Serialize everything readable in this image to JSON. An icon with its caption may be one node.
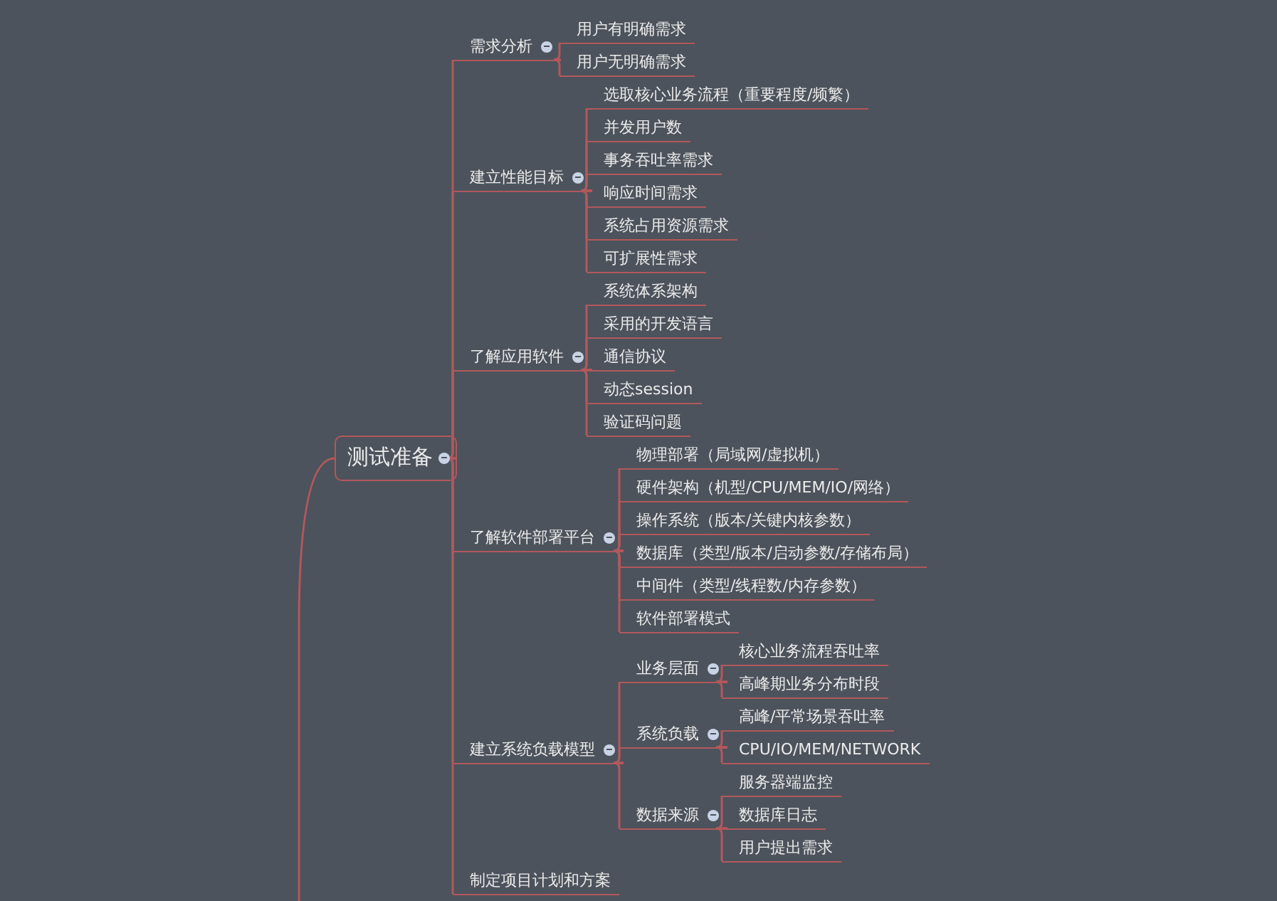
{
  "diagram": {
    "nodes": [
      {
        "text": [
          "测试准备"
        ]
      },
      {
        "text": [
          "需求分析"
        ]
      },
      {
        "text": [
          "用户有明确需求"
        ]
      },
      {
        "text": [
          "用户无明确需求"
        ]
      },
      {
        "text": [
          "建立性能目标"
        ]
      },
      {
        "text": [
          "选取核心业务流程（重要程度/频繁）"
        ]
      },
      {
        "text": [
          "并发用户数"
        ]
      },
      {
        "text": [
          "事务吞吐率需求"
        ]
      },
      {
        "text": [
          "响应时间需求"
        ]
      },
      {
        "text": [
          "系统占用资源需求"
        ]
      },
      {
        "text": [
          "可扩展性需求"
        ]
      },
      {
        "text": [
          "了解应用软件"
        ]
      },
      {
        "text": [
          "系统体系架构"
        ]
      },
      {
        "text": [
          "采用的开发语言"
        ]
      },
      {
        "text": [
          "通信协议"
        ]
      },
      {
        "text": [
          "动态session"
        ]
      },
      {
        "text": [
          "验证码问题"
        ]
      },
      {
        "text": [
          "了解软件部署平台"
        ]
      },
      {
        "text": [
          "物理部署（局域网/虚拟机）"
        ]
      },
      {
        "text": [
          "硬件架构（机型/CPU/MEM/IO/网络）"
        ]
      },
      {
        "text": [
          "操作系统（版本/关键内核参数）"
        ]
      },
      {
        "text": [
          "数据库（类型/版本/启动参数/存储布局）"
        ]
      },
      {
        "text": [
          "中间件（类型/线程数/内存参数）"
        ]
      },
      {
        "text": [
          "软件部署模式"
        ]
      },
      {
        "text": [
          "建立系统负载模型"
        ]
      },
      {
        "text": [
          "业务层面"
        ]
      },
      {
        "text": [
          "核心业务流程吞吐率"
        ]
      },
      {
        "text": [
          "高峰期业务分布时段"
        ]
      },
      {
        "text": [
          "系统负载"
        ]
      },
      {
        "text": [
          "高峰/平常场景吞吐率"
        ]
      },
      {
        "text": [
          "CPU/IO/MEM/NETWORK"
        ]
      },
      {
        "text": [
          "数据来源"
        ]
      },
      {
        "text": [
          "服务器端监控"
        ]
      },
      {
        "text": [
          "数据库日志"
        ]
      },
      {
        "text": [
          "用户提出需求"
        ]
      },
      {
        "text": [
          "制定项目计划和方案"
        ]
      }
    ],
    "edges": [
      {
        "from": null,
        "to": 0,
        "arrow": "none"
      },
      {
        "from": 0,
        "to": 1,
        "arrow": "none"
      },
      {
        "from": 1,
        "to": 2,
        "arrow": "none"
      },
      {
        "from": 1,
        "to": 3,
        "arrow": "none"
      },
      {
        "from": 0,
        "to": 4,
        "arrow": "none"
      },
      {
        "from": 4,
        "to": 5,
        "arrow": "none"
      },
      {
        "from": 4,
        "to": 6,
        "arrow": "none"
      },
      {
        "from": 4,
        "to": 7,
        "arrow": "none"
      },
      {
        "from": 4,
        "to": 8,
        "arrow": "none"
      },
      {
        "from": 4,
        "to": 9,
        "arrow": "none"
      },
      {
        "from": 4,
        "to": 10,
        "arrow": "none"
      },
      {
        "from": 0,
        "to": 11,
        "arrow": "none"
      },
      {
        "from": 11,
        "to": 12,
        "arrow": "none"
      },
      {
        "from": 11,
        "to": 13,
        "arrow": "none"
      },
      {
        "from": 11,
        "to": 14,
        "arrow": "none"
      },
      {
        "from": 11,
        "to": 15,
        "arrow": "none"
      },
      {
        "from": 11,
        "to": 16,
        "arrow": "none"
      },
      {
        "from": 0,
        "to": 17,
        "arrow": "none"
      },
      {
        "from": 17,
        "to": 18,
        "arrow": "none"
      },
      {
        "from": 17,
        "to": 19,
        "arrow": "none"
      },
      {
        "from": 17,
        "to": 20,
        "arrow": "none"
      },
      {
        "from": 17,
        "to": 21,
        "arrow": "none"
      },
      {
        "from": 17,
        "to": 22,
        "arrow": "none"
      },
      {
        "from": 17,
        "to": 23,
        "arrow": "none"
      },
      {
        "from": 0,
        "to": 24,
        "arrow": "none"
      },
      {
        "from": 24,
        "to": 25,
        "arrow": "none"
      },
      {
        "from": 25,
        "to": 26,
        "arrow": "none"
      },
      {
        "from": 25,
        "to": 27,
        "arrow": "none"
      },
      {
        "from": 24,
        "to": 28,
        "arrow": "none"
      },
      {
        "from": 28,
        "to": 29,
        "arrow": "none"
      },
      {
        "from": 28,
        "to": 30,
        "arrow": "none"
      },
      {
        "from": 24,
        "to": 31,
        "arrow": "none"
      },
      {
        "from": 31,
        "to": 32,
        "arrow": "none"
      },
      {
        "from": 31,
        "to": 33,
        "arrow": "none"
      },
      {
        "from": 31,
        "to": 34,
        "arrow": "none"
      },
      {
        "from": 0,
        "to": 35,
        "arrow": "none"
      }
    ]
  }
}
